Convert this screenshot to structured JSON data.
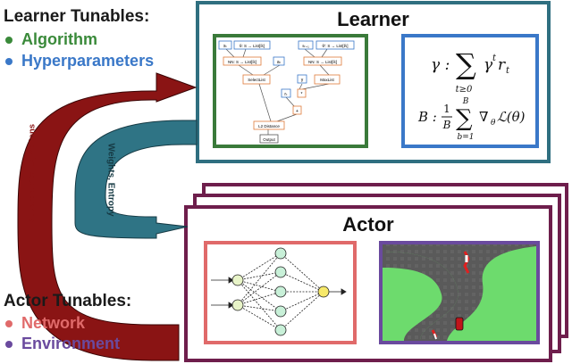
{
  "learner_tunables": {
    "title": "Learner Tunables:",
    "items": [
      {
        "label": "Algorithm",
        "color": "#3a8a3a"
      },
      {
        "label": "Hyperparameters",
        "color": "#3a78c8"
      }
    ]
  },
  "actor_tunables": {
    "title": "Actor Tunables:",
    "items": [
      {
        "label": "Network",
        "color": "#e06a6a"
      },
      {
        "label": "Environment",
        "color": "#6a4a9e"
      }
    ]
  },
  "arrows": {
    "outer_label": "Rewards, States, Actions",
    "outer_color": "#8a1414",
    "inner_label": "Weights, Entropy",
    "inner_color": "#2f7485"
  },
  "learner": {
    "title": "Learner",
    "border_color": "#2f6f80",
    "graph_border_color": "#3a7a3a",
    "formula_border_color": "#3a78c8",
    "graph_nodes": [
      {
        "id": "s1",
        "label": "sₜ"
      },
      {
        "id": "s2",
        "label": "θ: S → List[ℝ]"
      },
      {
        "id": "nn1",
        "label": "NN: S → List[ℝ]"
      },
      {
        "id": "a1",
        "label": "aₜ"
      },
      {
        "id": "s3",
        "label": "sₜ₊₁"
      },
      {
        "id": "s4",
        "label": "θ': S → List[ℝ]"
      },
      {
        "id": "nn2",
        "label": "NN: S → List[ℝ]"
      },
      {
        "id": "sel",
        "label": "SelectList"
      },
      {
        "id": "r",
        "label": "rₜ"
      },
      {
        "id": "g",
        "label": "γ"
      },
      {
        "id": "max",
        "label": "MaxList"
      },
      {
        "id": "m1",
        "label": "*"
      },
      {
        "id": "p1",
        "label": "+"
      },
      {
        "id": "l2",
        "label": "L2 Distance"
      },
      {
        "id": "out",
        "label": "Output"
      }
    ],
    "formula_gamma": {
      "lhs": "γ :",
      "sum_sub": "t≥0",
      "body": "γ",
      "sup": "t",
      "tail": "r",
      "tail_sub": "t"
    },
    "formula_b": {
      "lhs": "B :",
      "num": "1",
      "den": "B",
      "sum_sup": "B",
      "sum_sub": "b=1",
      "body": "∇",
      "body_sub": "θ",
      "tail": "ℒ(θ)"
    }
  },
  "actor": {
    "title": "Actor",
    "border_color": "#6e1e4c",
    "network_border_color": "#e06a6a",
    "env_border_color": "#6a4a9e"
  }
}
